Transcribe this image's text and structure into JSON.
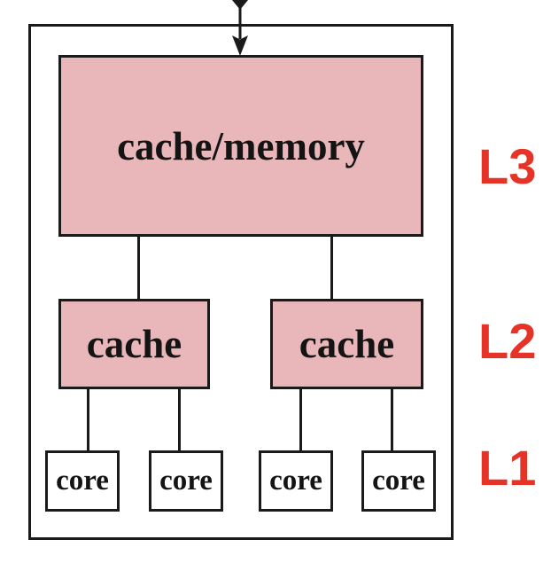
{
  "diagram": {
    "l3_box": {
      "label": "cache/memory"
    },
    "l2_boxes": [
      {
        "label": "cache"
      },
      {
        "label": "cache"
      }
    ],
    "core_boxes": [
      {
        "label": "core"
      },
      {
        "label": "core"
      },
      {
        "label": "core"
      },
      {
        "label": "core"
      }
    ],
    "level_labels": [
      {
        "label": "L3"
      },
      {
        "label": "L2"
      },
      {
        "label": "L1"
      }
    ],
    "colors": {
      "box_fill_pink": "#e9b7b9",
      "line_black": "#1a1a1a",
      "level_label_red": "#e63328",
      "background": "#ffffff"
    }
  }
}
